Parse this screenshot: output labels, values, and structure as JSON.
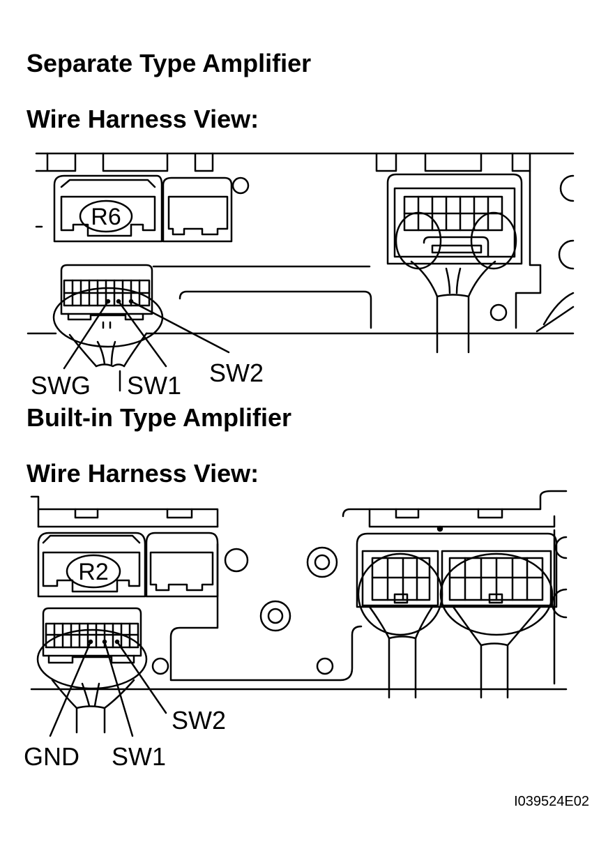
{
  "sections": [
    {
      "title": "Separate Type Amplifier",
      "subtitle": "Wire Harness View:",
      "connector_id": "R6",
      "terminals": [
        "SWG",
        "SW1",
        "SW2"
      ]
    },
    {
      "title": "Built-in Type Amplifier",
      "subtitle": "Wire Harness View:",
      "connector_id": "R2",
      "terminals": [
        "GND",
        "SW1",
        "SW2"
      ]
    }
  ],
  "figure_code": "I039524E02"
}
